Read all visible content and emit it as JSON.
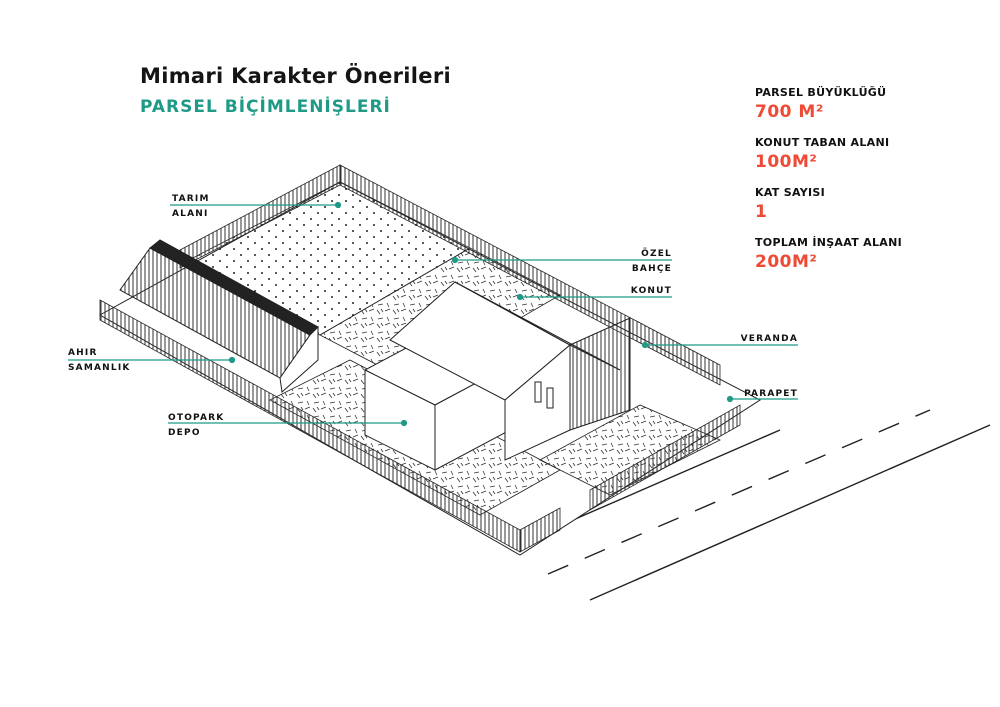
{
  "header": {
    "title": "Mimari Karakter Önerileri",
    "subtitle": "PARSEL BİÇİMLENİŞLERİ"
  },
  "stats": [
    {
      "label": "PARSEL BÜYÜKLÜĞÜ",
      "value": "700 M²"
    },
    {
      "label": "KONUT TABAN ALANI",
      "value": "100M²"
    },
    {
      "label": "KAT SAYISI",
      "value": "1"
    },
    {
      "label": "TOPLAM İNŞAAT ALANI",
      "value": "200M²"
    }
  ],
  "callouts": {
    "tarim": {
      "line1": "TARIM",
      "line2": "ALANI"
    },
    "ozel": {
      "line1": "ÖZEL",
      "line2": "BAHÇE"
    },
    "konut": {
      "line1": "KONUT"
    },
    "veranda": {
      "line1": "VERANDA"
    },
    "parapet": {
      "line1": "PARAPET"
    },
    "ahir": {
      "line1": "AHIR",
      "line2": "SAMANLIK"
    },
    "otopark": {
      "line1": "OTOPARK",
      "line2": "DEPO"
    }
  },
  "colors": {
    "accent_teal": "#1f9a86",
    "accent_red": "#ee4a36",
    "ink": "#111111"
  }
}
